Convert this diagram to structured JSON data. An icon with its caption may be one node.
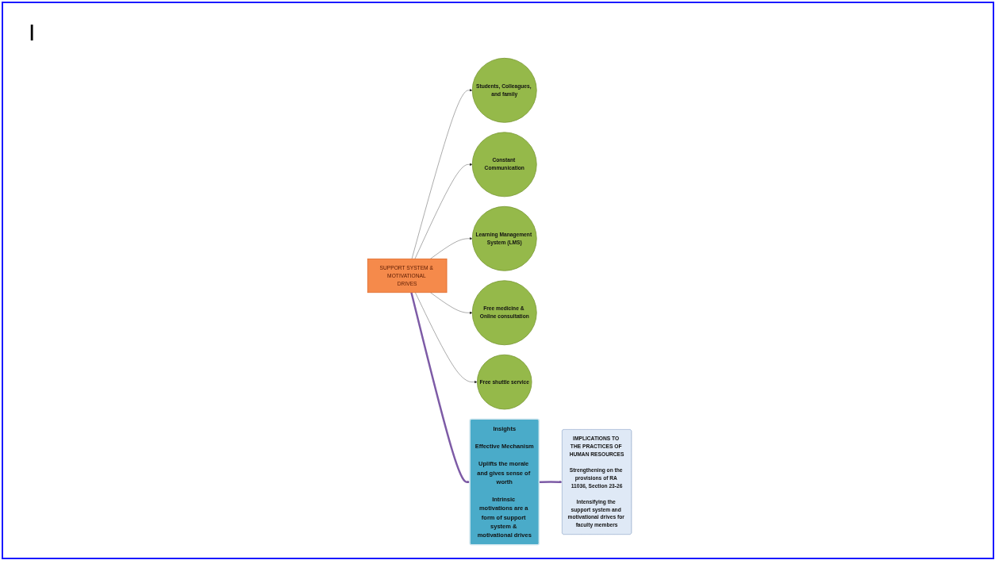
{
  "diagram": {
    "nodes": [
      {
        "text": [
          "SUPPORT SYSTEM & MOTIVATIONAL DRIVES"
        ]
      },
      {
        "text": [
          "Students, Colleagues, and family"
        ]
      },
      {
        "text": [
          "Constant Communication"
        ]
      },
      {
        "text": [
          "Learning Management System (LMS)"
        ]
      },
      {
        "text": [
          "Free medicine & Online consultation"
        ]
      },
      {
        "text": [
          "Free shuttle service"
        ]
      },
      {
        "text": [
          "Insights",
          "Effective Mechanism",
          "Uplifts the morale and gives sense of worth",
          "Intrinsic motivations are a form of support system & motivational drives"
        ]
      },
      {
        "text": [
          "IMPLICATIONS TO THE PRACTICES OF HUMAN RESOURCES",
          "Strengthening on the provisions of RA 11036, Section 23-26",
          "Intensifying the support system and motivational drives for faculty members"
        ]
      }
    ],
    "edges": [
      {
        "from": 0,
        "to": 1,
        "arrow": "to"
      },
      {
        "from": 0,
        "to": 2,
        "arrow": "to"
      },
      {
        "from": 0,
        "to": 3,
        "arrow": "to"
      },
      {
        "from": 0,
        "to": 4,
        "arrow": "to"
      },
      {
        "from": 0,
        "to": 5,
        "arrow": "to"
      },
      {
        "from": 0,
        "to": 6,
        "arrow": "to",
        "style": "thick",
        "color": "#7d5ba6"
      },
      {
        "from": 6,
        "to": 7,
        "arrow": "to",
        "style": "thick",
        "color": "#7d5ba6"
      }
    ],
    "labels": [
      "I"
    ]
  }
}
